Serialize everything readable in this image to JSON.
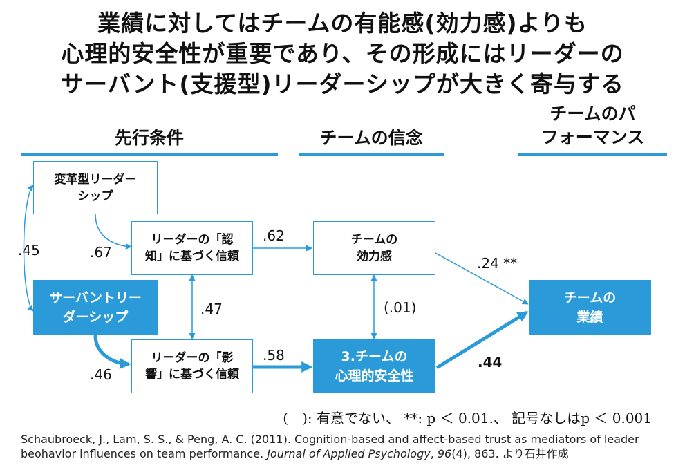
{
  "title": {
    "line1": "業績に対してはチームの有能感(効力感)よりも",
    "line2": "心理的安全性が重要であり、その形成にはリーダーの",
    "line3": "サーバント(支援型)リーダーシップが大きく寄与する"
  },
  "columns": {
    "antecedents": "先行条件",
    "beliefs": "チームの信念",
    "performance_line1": "チームのパ",
    "performance_line2": "フォーマンス"
  },
  "boxes": {
    "transformational": "変革型リーダー\nシップ",
    "servant": "サーバントリー\nダーシップ",
    "cognition_trust": "リーダーの「認\n知」に基づく信頼",
    "affect_trust": "リーダーの「影\n響」に基づく信頼",
    "efficacy": "チームの\n効力感",
    "psych_safety": "3.チームの\n心理的安全性",
    "team_performance": "チームの\n業績"
  },
  "coefficients": {
    "tl_servant": ".45",
    "tl_cognition": ".67",
    "servant_affect": ".46",
    "cognition_affect": ".47",
    "cognition_efficacy": ".62",
    "affect_safety": ".58",
    "efficacy_safety": "(.01)",
    "efficacy_performance": ".24 **",
    "safety_performance": ".44"
  },
  "legend": "(　): 有意でない、 **: p ＜ 0.01.、 記号なしはp ＜ 0.001",
  "citation": {
    "part1": "Schaubroeck, J., Lam, S. S., & Peng, A. C. (2011). Cognition-based and affect-based trust as mediators of leader beohavior influences on team performance. ",
    "journal": "Journal of Applied Psychology",
    "comma": ", ",
    "volume": "96",
    "part2": "(4), 863. より石井作成"
  },
  "colors": {
    "accent": "#2a9bd8",
    "box_fill": "#2a9bd8",
    "text": "#111111"
  }
}
